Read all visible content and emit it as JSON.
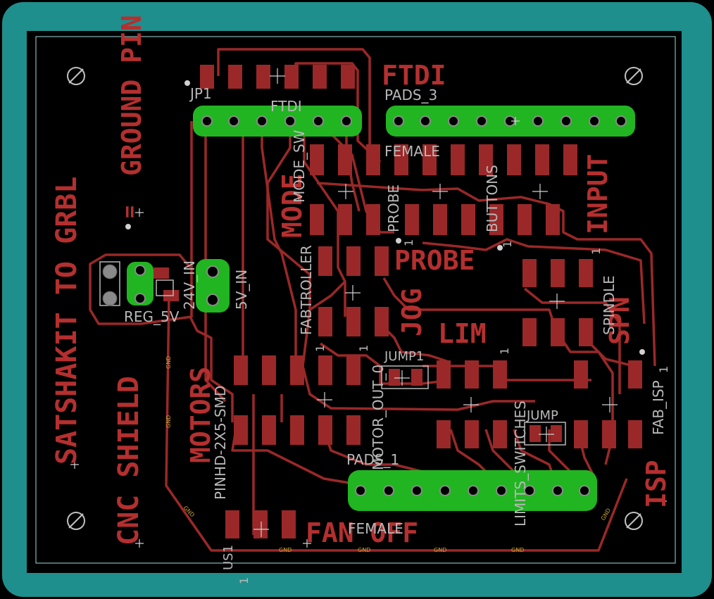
{
  "colors": {
    "frame": "#1e8f8c",
    "board": "#000000",
    "copper": "#9a2828",
    "copper_label": "#b52f2f",
    "pad_via": "#21b521",
    "silk_grey": "#b8b8b8",
    "ground_label": "#c7a23a"
  },
  "labels": {
    "side_title": "SATSHAKIT TO GRBL",
    "side_subtitle": "CNC SHIELD",
    "ground_pin": "GROUND PIN",
    "ground_eq": "=",
    "motors": "MOTORS",
    "mode": "MODE",
    "ftdi": "FTDI",
    "probe": "PROBE",
    "jog": "JOG",
    "lim": "LIM",
    "input": "INPUT",
    "spin": "SPN",
    "isp": "ISP",
    "fan_off": "FAN OFF"
  },
  "silk": {
    "jp1": "JP1",
    "ftdi_small": "FTDI",
    "pads_3": "PADS_3",
    "female_top": "FEMALE",
    "female_bottom": "FEMALE",
    "mode_sw": "MODE_SW",
    "fabtroller": "FABTROLLER",
    "probe_small": "PROBE",
    "buttons": "BUTTONS",
    "spindle": "SPINDLE",
    "reg_5v": "REG_5V",
    "v24_in": "24V_IN",
    "v5_in": "5V_IN",
    "pinhd": "PINHD-2X5-SMD",
    "motor_out": "MOTOR_OUT_0",
    "jump1": "JUMP1",
    "jump": "JUMP",
    "limits": "LIMITS_SWITCHES",
    "pads_1": "PADS_1",
    "fab_isp": "FAB_ISP",
    "us1": "US1",
    "one": "1",
    "gnd": "GND"
  }
}
